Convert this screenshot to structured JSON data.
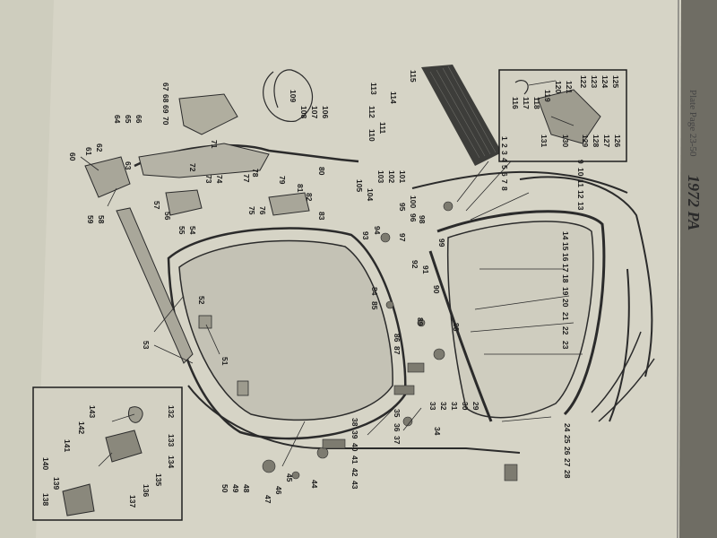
{
  "page": {
    "header_page": "Plate Page 23-50",
    "header_year": "1972 PA"
  },
  "labels": {
    "main": [
      "1",
      "2",
      "3",
      "4",
      "5",
      "6",
      "7",
      "8",
      "9",
      "10",
      "11",
      "12",
      "13",
      "14",
      "15",
      "16",
      "17",
      "18",
      "19",
      "20",
      "21",
      "22",
      "23",
      "24",
      "25",
      "26",
      "27",
      "28",
      "29",
      "30",
      "31",
      "32",
      "33",
      "34",
      "35",
      "36",
      "37",
      "38",
      "39",
      "40",
      "41",
      "42",
      "43",
      "44",
      "45",
      "46",
      "47",
      "48",
      "49",
      "50",
      "51",
      "52",
      "53",
      "54",
      "55",
      "56",
      "57",
      "58",
      "59",
      "60",
      "61",
      "62",
      "63",
      "64",
      "65",
      "66",
      "67",
      "68",
      "69",
      "70",
      "71",
      "72",
      "73",
      "74",
      "75",
      "76",
      "77",
      "78",
      "79",
      "80",
      "81",
      "82",
      "83",
      "84",
      "85",
      "86",
      "87",
      "88",
      "89",
      "90",
      "91",
      "92",
      "93",
      "94",
      "95",
      "96",
      "97",
      "98",
      "99",
      "100",
      "101",
      "102",
      "103",
      "104",
      "105",
      "106",
      "107",
      "108",
      "109",
      "110",
      "111",
      "112",
      "113",
      "114",
      "115"
    ],
    "inset_top": [
      "116",
      "117",
      "118",
      "119",
      "120",
      "121",
      "122",
      "123",
      "124",
      "125",
      "126",
      "127",
      "128",
      "129",
      "130",
      "131"
    ],
    "inset_bottom": [
      "132",
      "133",
      "134",
      "135",
      "136",
      "137",
      "138",
      "139",
      "140",
      "141",
      "142",
      "143"
    ]
  },
  "colors": {
    "paper": "#d6d4c6",
    "ink": "#2b2b2b",
    "background": "#8f8f86"
  }
}
